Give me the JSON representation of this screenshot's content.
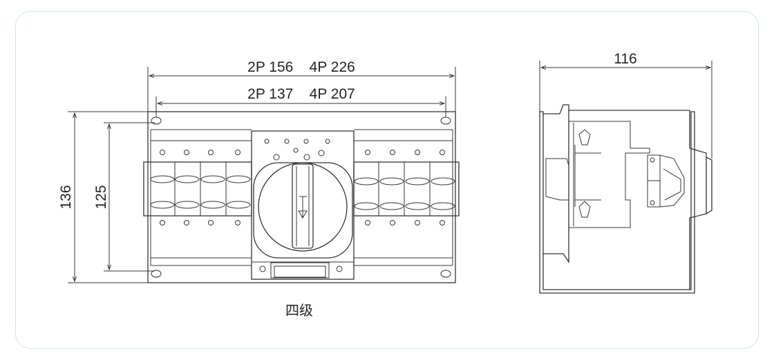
{
  "front_view": {
    "dim_top_outer": "2P 156    4P 226",
    "dim_top_inner": "2P 137    4P 207",
    "dim_left_outer": "136",
    "dim_left_inner": "125",
    "caption": "四级"
  },
  "side_view": {
    "dim_top": "116"
  },
  "colors": {
    "line": "#333333",
    "card_border": "#cfe3ec",
    "text": "#222222"
  }
}
